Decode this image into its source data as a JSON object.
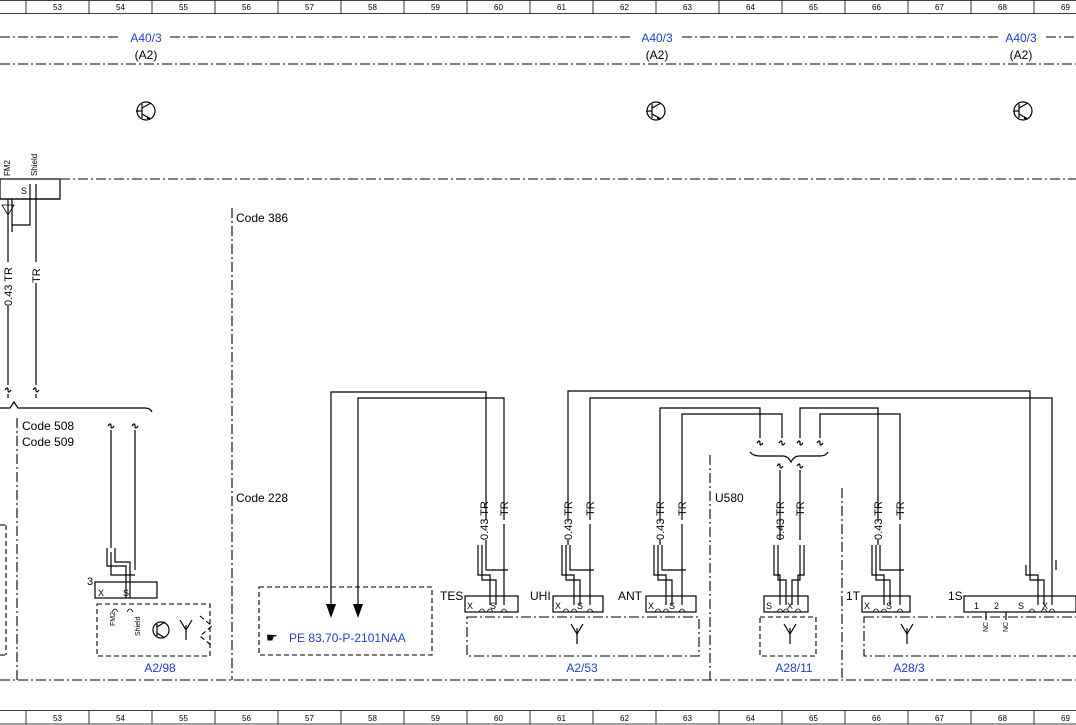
{
  "ruler": {
    "top": [
      "53",
      "54",
      "55",
      "56",
      "57",
      "58",
      "59",
      "60",
      "61",
      "62",
      "63",
      "64",
      "65",
      "66",
      "67",
      "68",
      "69"
    ],
    "bottom": [
      "53",
      "54",
      "55",
      "56",
      "57",
      "58",
      "59",
      "60",
      "61",
      "62",
      "63",
      "64",
      "65",
      "66",
      "67",
      "68",
      "69"
    ]
  },
  "header": {
    "modules": [
      {
        "id": "A40/3",
        "sub": "(A2)"
      },
      {
        "id": "A40/3",
        "sub": "(A2)"
      },
      {
        "id": "A40/3",
        "sub": "(A2)"
      }
    ]
  },
  "codes": {
    "c386": "Code 386",
    "c508": "Code 508",
    "c509": "Code 509",
    "c228": "Code 228",
    "u580": "U580"
  },
  "wires": {
    "w043tr": "0.43 TR",
    "tr": "TR",
    "fm2": "FM2",
    "shield": "Shield",
    "s": "S",
    "x": "X"
  },
  "connectors": {
    "n3": "3",
    "tes": "TES",
    "uhi": "UHI",
    "ant": "ANT",
    "t1": "1T",
    "s1": "1S",
    "pin1": "1",
    "pin2": "2",
    "nc": "NC"
  },
  "components": {
    "a298": "A2/98",
    "a253": "A2/53",
    "a2811": "A28/11",
    "a283": "A28/3"
  },
  "reference": {
    "icon": "☛",
    "text": "PE 83.70-P-2101NAA"
  }
}
